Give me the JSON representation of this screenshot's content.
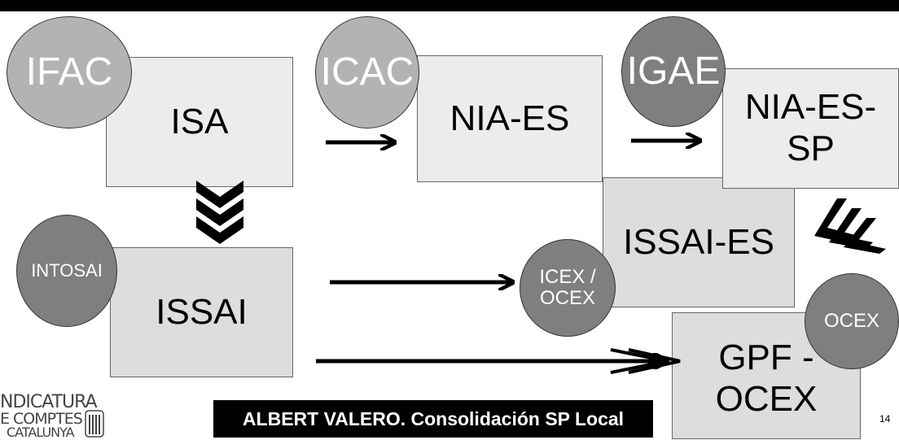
{
  "boxes": {
    "isa": "ISA",
    "nia_es": "NIA-ES",
    "nia_es_sp_line1": "NIA-ES-",
    "nia_es_sp_line2": "SP",
    "issai_es": "ISSAI-ES",
    "issai": "ISSAI",
    "gpf_line1": "GPF -",
    "gpf_line2": "OCEX"
  },
  "circles": {
    "ifac": "IFAC",
    "icac": "ICAC",
    "igae": "IGAE",
    "intosai": "INTOSAI",
    "icex_line1": "ICEX /",
    "icex_line2": "OCEX",
    "ocex": "OCEX"
  },
  "footer": {
    "title": "ALBERT VALERO. Consolidación SP Local"
  },
  "logo": {
    "line1": "NDICATURA",
    "line2": "E COMPTES",
    "line3": "CATALUNYA"
  },
  "page_number": "14",
  "colors": {
    "box_fill": "#ececec",
    "circle_light": "#b3b3b3",
    "circle_dark": "#7f7f7f",
    "footer_bg": "#000000"
  }
}
